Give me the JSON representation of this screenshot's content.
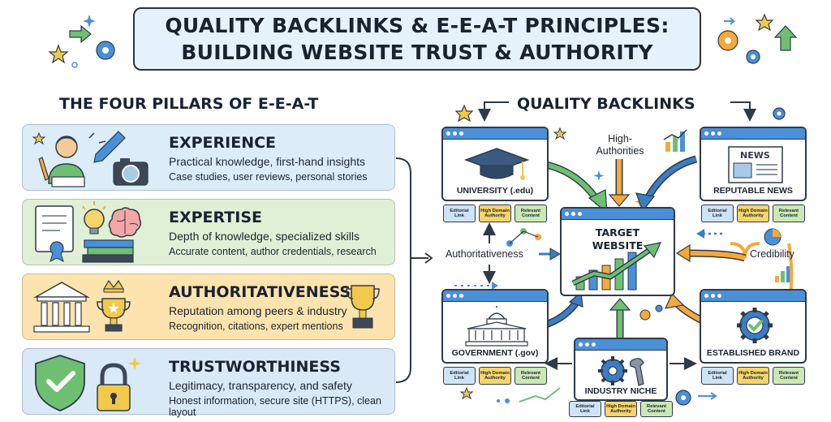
{
  "title": {
    "line1": "QUALITY BACKLINKS & E-E-A-T PRINCIPLES:",
    "line2": "BUILDING WEBSITE TRUST & AUTHORITY"
  },
  "pillars_heading": "THE FOUR PILLARS OF E-E-A-T",
  "pillars": [
    {
      "title": "EXPERIENCE",
      "line1": "Practical knowledge, first-hand insights",
      "line2": "Case studies, user reviews, personal stories",
      "bg": "#dcedf9",
      "icons": [
        "person-writing-icon",
        "pen-icon",
        "camera-icon"
      ]
    },
    {
      "title": "EXPERTISE",
      "line1": "Depth of knowledge, specialized skills",
      "line2": "Accurate content, author credentials, research",
      "bg": "#dff0d6",
      "icons": [
        "certificate-icon",
        "lightbulb-icon",
        "brain-icon",
        "books-icon"
      ]
    },
    {
      "title": "AUTHORITATIVENESS",
      "line1": "Reputation among peers & industry",
      "line2": "Recognition, citations, expert mentions",
      "bg": "#fde3ad",
      "icons": [
        "institution-icon",
        "crown-icon",
        "trophy-icon"
      ]
    },
    {
      "title": "TRUSTWORTHINESS",
      "line1": "Legitimacy, transparency, and safety",
      "line2": "Honest information, secure site (HTTPS), clean layout",
      "bg": "#d9e9f7",
      "icons": [
        "shield-check-icon",
        "padlock-icon"
      ]
    }
  ],
  "backlinks_heading": "QUALITY BACKLINKS",
  "target": {
    "line1": "TARGET",
    "line2": "WEBSITE"
  },
  "sources": {
    "university": "UNIVERSITY (.edu)",
    "news": "REPUTABLE NEWS",
    "government": "GOVERNMENT (.gov)",
    "brand": "ESTABLISHED BRAND",
    "niche": "INDUSTRY NICHE"
  },
  "tags": {
    "editorial": "Editorial Link",
    "authority": "High Domain Authority",
    "relevant": "Relevant Content"
  },
  "labels": {
    "high_authorities_1": "High-",
    "high_authorities_2": "Authorities",
    "authoritativeness": "Authoritativeness",
    "credibility": "Credibility"
  },
  "colors": {
    "accent_blue": "#4a90d9",
    "arrow_green": "#6fbf73",
    "arrow_orange": "#f4a93a",
    "arrow_blue": "#3b7dc4",
    "outline": "#2f3a48"
  }
}
